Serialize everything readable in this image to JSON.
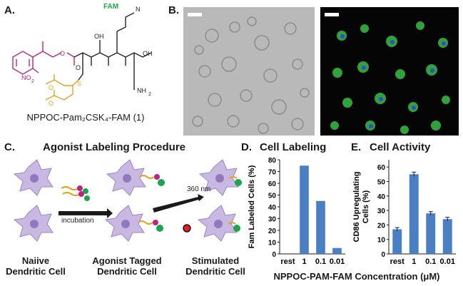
{
  "panels": {
    "A": {
      "label": "A.",
      "caption": "NPPOC-Pam₂CSK₄-FAM (1)",
      "fam_tag": "FAM"
    },
    "B": {
      "label": "B."
    },
    "C": {
      "label": "C.",
      "title": "Agonist Labeling Procedure",
      "incubation": "incubation",
      "wavelength": "360 nm",
      "stages": [
        {
          "line1": "Naiive",
          "line2": "Dendritic Cell"
        },
        {
          "line1": "Agonist Tagged",
          "line2": "Dendritic Cell"
        },
        {
          "line1": "Stimulated",
          "line2": "Dendritic Cell"
        }
      ]
    },
    "D": {
      "label": "D.",
      "title": "Cell Labeling"
    },
    "E": {
      "label": "E.",
      "title": "Cell Activity"
    }
  },
  "colors": {
    "photocage": "#c0237f",
    "lipid": "#e3a21b",
    "fam": "#1aa64a",
    "bar": "#4a7fc4",
    "cell": "#c9b8e2",
    "cell_nucleus": "#8e7bbd"
  },
  "shared_xlabel": "NPPOC-PAM-FAM Concentration (μM)",
  "chart_data": [
    {
      "type": "bar",
      "panel": "D",
      "title": "Cell Labeling",
      "categories": [
        "rest",
        "1",
        "0.1",
        "0.01"
      ],
      "values": [
        0,
        75,
        45,
        5
      ],
      "ylabel": "Fam Labeled Cells (%)",
      "ylim": [
        0,
        80
      ],
      "yticks": [
        0,
        10,
        20,
        30,
        40,
        50,
        60,
        70,
        80
      ],
      "grid": false
    },
    {
      "type": "bar",
      "panel": "E",
      "title": "Cell Activity",
      "categories": [
        "rest",
        "1",
        "0.1",
        "0.01"
      ],
      "values": [
        17,
        55,
        28,
        24
      ],
      "errors": [
        1.2,
        1.5,
        1.2,
        1.3
      ],
      "ylabel": "CD86 Upregulating Cells (%)",
      "ylim": [
        0,
        65
      ],
      "yticks": [
        0,
        10,
        20,
        30,
        40,
        50,
        60
      ],
      "grid": false
    }
  ]
}
